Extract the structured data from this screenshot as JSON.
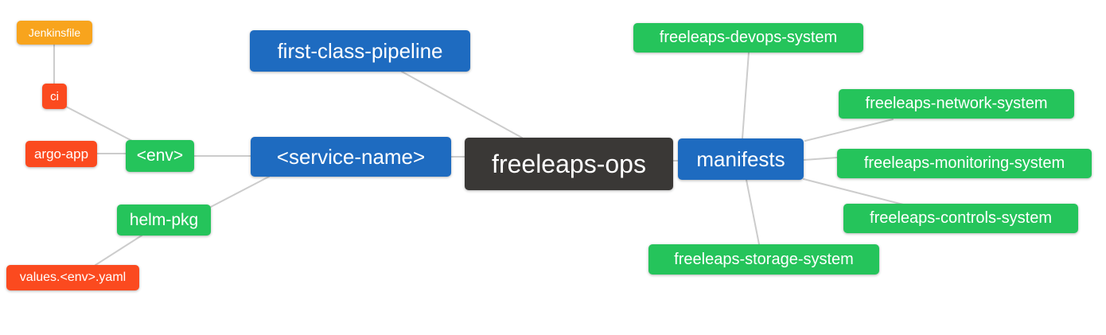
{
  "diagram": {
    "type": "mind-map",
    "background": "#ffffff"
  },
  "colors": {
    "root_node": "#3a3836",
    "branch_node": "#1e6bc0",
    "green_node": "#25c45b",
    "red_node": "#fb4a1f",
    "orange_node": "#f8a41d",
    "edge_line": "#cccccc",
    "node_text": "#ffffff"
  },
  "nodes": {
    "freeleaps_ops": {
      "label": "freeleaps-ops"
    },
    "first_class_pipeline": {
      "label": "first-class-pipeline"
    },
    "service_name": {
      "label": "<service-name>"
    },
    "manifests": {
      "label": "manifests"
    },
    "env": {
      "label": "<env>"
    },
    "helm_pkg": {
      "label": "helm-pkg"
    },
    "ci": {
      "label": "ci"
    },
    "argo_app": {
      "label": "argo-app"
    },
    "jenkinsfile": {
      "label": "Jenkinsfile"
    },
    "values_env_yaml": {
      "label": "values.<env>.yaml"
    },
    "devops_system": {
      "label": "freeleaps-devops-system"
    },
    "network_system": {
      "label": "freeleaps-network-system"
    },
    "monitoring_system": {
      "label": "freeleaps-monitoring-system"
    },
    "controls_system": {
      "label": "freeleaps-controls-system"
    },
    "storage_system": {
      "label": "freeleaps-storage-system"
    }
  },
  "edges": [
    {
      "from": "jenkinsfile",
      "to": "ci"
    },
    {
      "from": "ci",
      "to": "env"
    },
    {
      "from": "argo_app",
      "to": "env"
    },
    {
      "from": "env",
      "to": "service_name"
    },
    {
      "from": "helm_pkg",
      "to": "service_name"
    },
    {
      "from": "values_env_yaml",
      "to": "helm_pkg"
    },
    {
      "from": "first_class_pipeline",
      "to": "freeleaps_ops"
    },
    {
      "from": "service_name",
      "to": "freeleaps_ops"
    },
    {
      "from": "freeleaps_ops",
      "to": "manifests"
    },
    {
      "from": "manifests",
      "to": "devops_system"
    },
    {
      "from": "manifests",
      "to": "network_system"
    },
    {
      "from": "manifests",
      "to": "monitoring_system"
    },
    {
      "from": "manifests",
      "to": "controls_system"
    },
    {
      "from": "manifests",
      "to": "storage_system"
    }
  ]
}
